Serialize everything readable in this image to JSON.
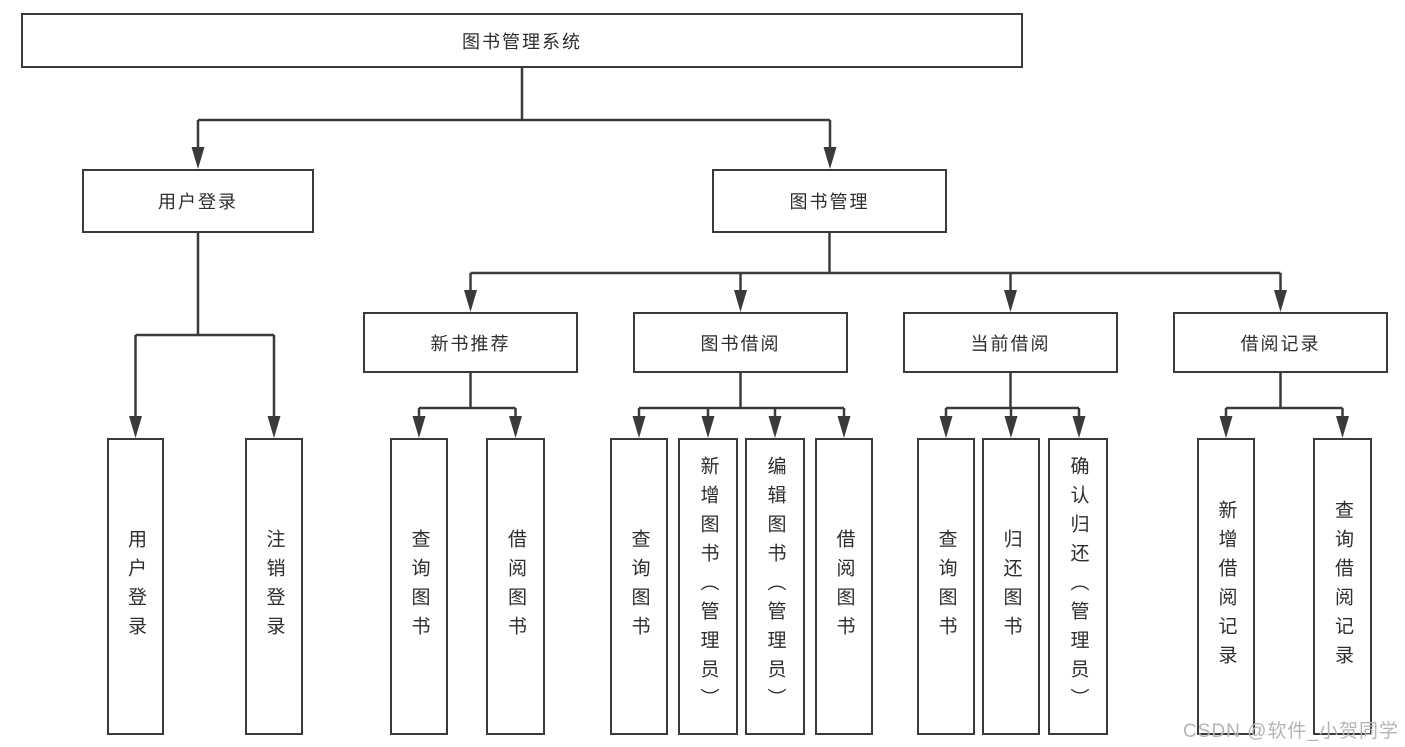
{
  "colors": {
    "line": "#3a3a3a",
    "border": "#3a3a3a",
    "text": "#2d2d2d",
    "watermark": "#b5b5b5",
    "background": "#ffffff"
  },
  "watermark": {
    "text": "CSDN @软件_小贺同学"
  },
  "tree": {
    "label": "图书管理系统",
    "children": [
      {
        "label": "用户登录",
        "children": [
          {
            "label": "用户登录"
          },
          {
            "label": "注销登录"
          }
        ]
      },
      {
        "label": "图书管理",
        "children": [
          {
            "label": "新书推荐",
            "children": [
              {
                "label": "查询图书"
              },
              {
                "label": "借阅图书"
              }
            ]
          },
          {
            "label": "图书借阅",
            "children": [
              {
                "label": "查询图书"
              },
              {
                "label": "新增图书（管理员）"
              },
              {
                "label": "编辑图书（管理员）"
              },
              {
                "label": "借阅图书"
              }
            ]
          },
          {
            "label": "当前借阅",
            "children": [
              {
                "label": "查询图书"
              },
              {
                "label": "归还图书"
              },
              {
                "label": "确认归还（管理员）"
              }
            ]
          },
          {
            "label": "借阅记录",
            "children": [
              {
                "label": "新增借阅记录"
              },
              {
                "label": "查询借阅记录"
              }
            ]
          }
        ]
      }
    ]
  }
}
